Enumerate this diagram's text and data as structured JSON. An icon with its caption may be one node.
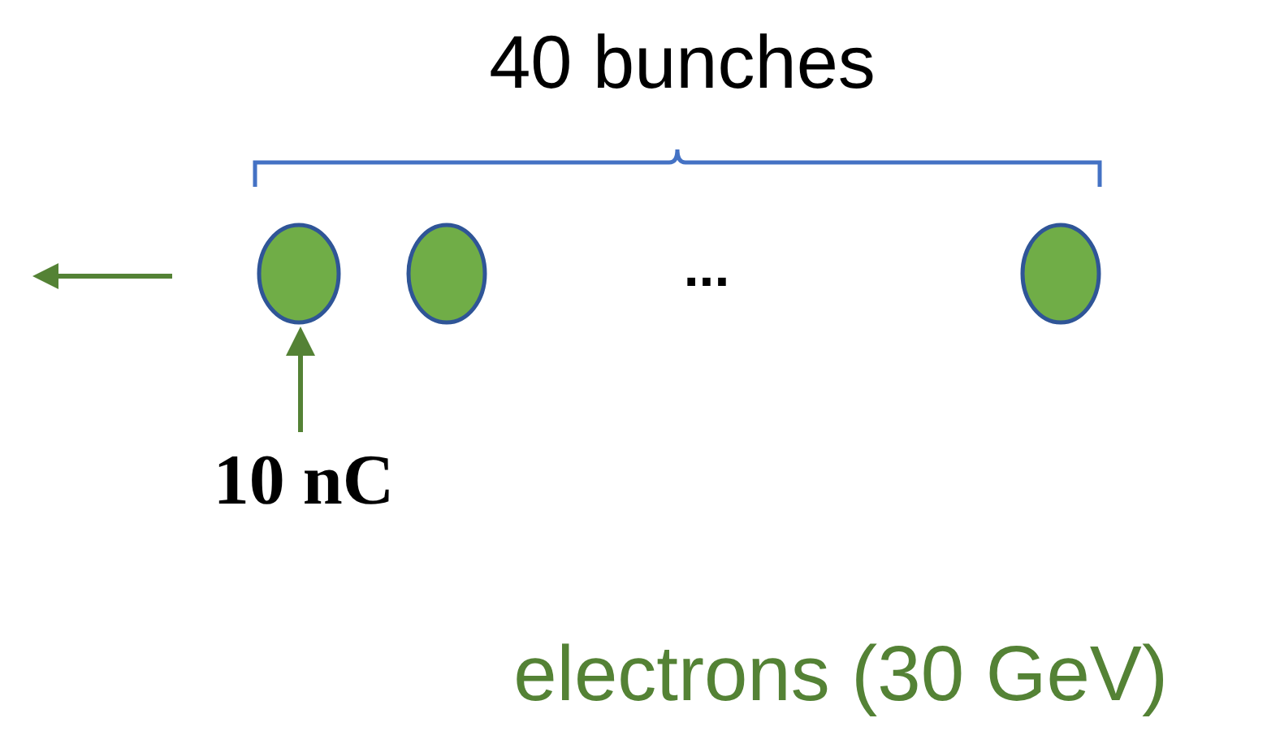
{
  "diagram": {
    "nodes": [
      {
        "text": [],
        "shape": "ellipse"
      },
      {
        "text": [],
        "shape": "ellipse"
      },
      {
        "text": [],
        "shape": "ellipse"
      },
      {
        "text": [
          "10 nC"
        ]
      }
    ],
    "edges": [
      {
        "from": 3,
        "to": 0,
        "arrow": "to"
      }
    ],
    "labels": [
      "40 bunches",
      "...",
      "electrons (30 GeV)"
    ]
  }
}
